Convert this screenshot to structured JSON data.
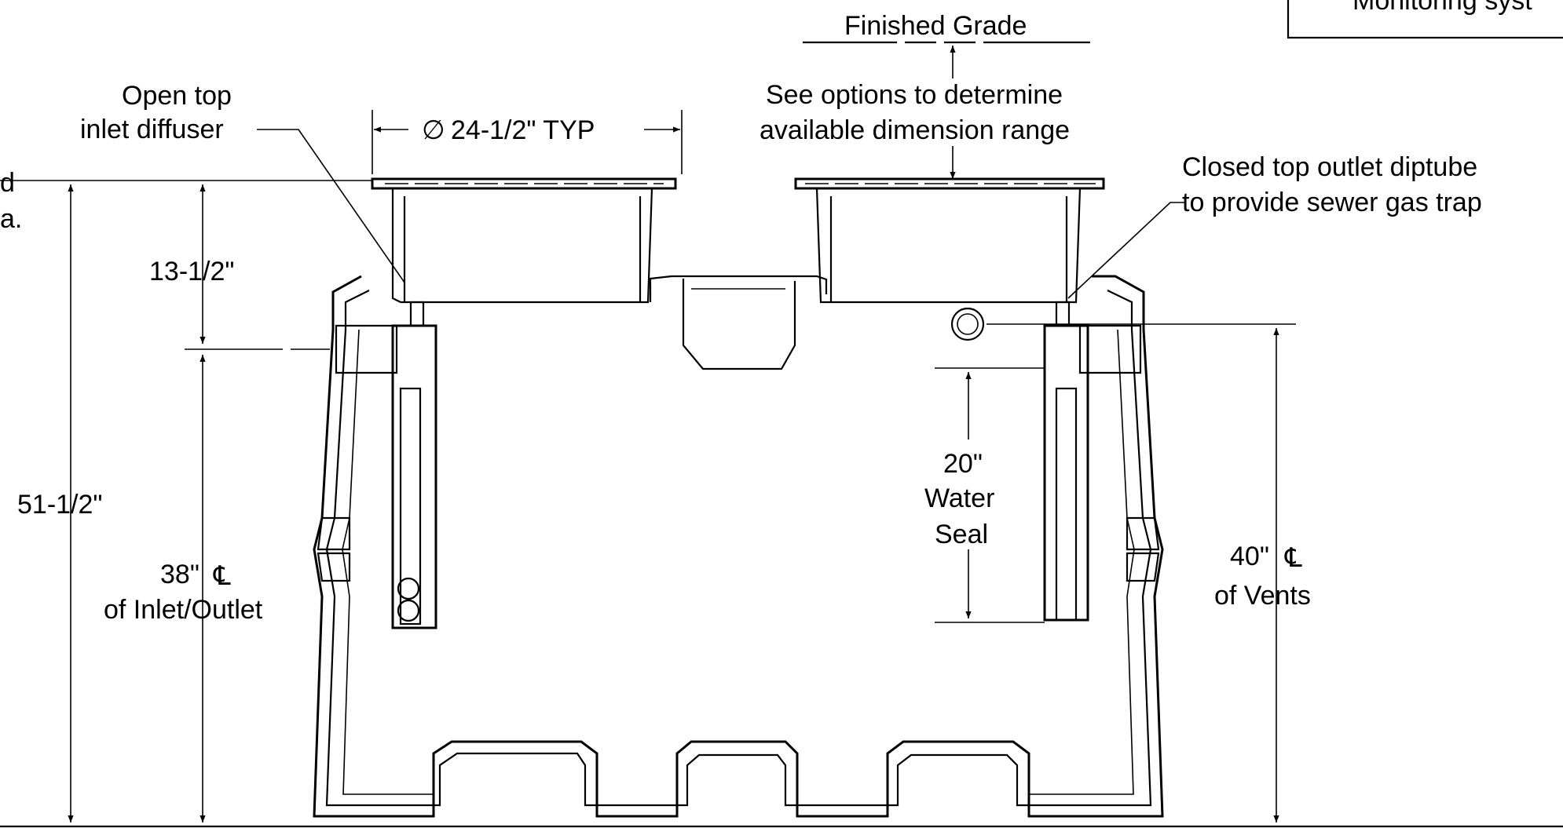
{
  "labels": {
    "finished_grade": "Finished Grade",
    "monitoring": "Monitoring syst",
    "open_top_line1": "Open top",
    "open_top_line2": "inlet diffuser",
    "diameter": "24-1/2\" TYP",
    "diameter_symbol": "∅",
    "see_options_line1": "See options to determine",
    "see_options_line2": "available dimension range",
    "closed_top_line1": "Closed top outlet diptube",
    "closed_top_line2": "to provide sewer gas trap",
    "left_edge_line1": "d",
    "left_edge_line2": "a.",
    "dim_13": "13-1/2\"",
    "dim_51": "51-1/2\"",
    "dim_38": "38\"",
    "centerline_symbol": "℄",
    "inlet_outlet": "of Inlet/Outlet",
    "dim_20": "20\"",
    "water": "Water",
    "seal": "Seal",
    "dim_40": "40\"",
    "vents": "of Vents"
  }
}
